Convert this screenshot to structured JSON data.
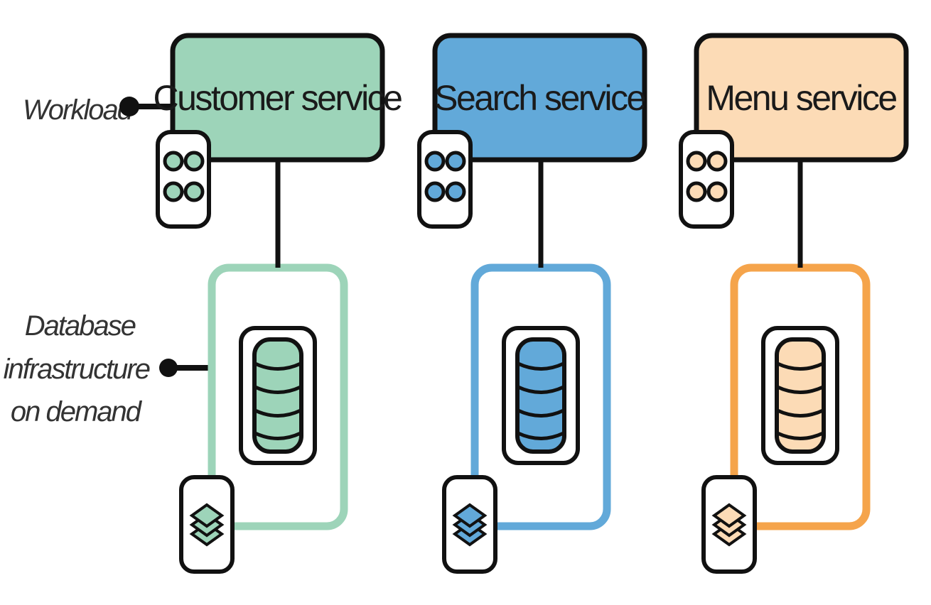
{
  "labels": {
    "workload": "Workload",
    "database_lines": [
      "Database",
      "infrastructure",
      "on demand"
    ]
  },
  "services": [
    {
      "name": "Customer service",
      "fill": "#9dd4b9",
      "border": "#9dd4b9"
    },
    {
      "name": "Search service",
      "fill": "#62a9d9",
      "border": "#62a9d9"
    },
    {
      "name": "Menu service",
      "fill": "#fcdbb6",
      "border": "#f5a44b"
    }
  ],
  "colors": {
    "stroke": "#111111",
    "label_text": "#333333"
  },
  "icons": {
    "workload": "four-circles-icon",
    "database": "database-icon",
    "infrastructure": "layers-icon"
  }
}
